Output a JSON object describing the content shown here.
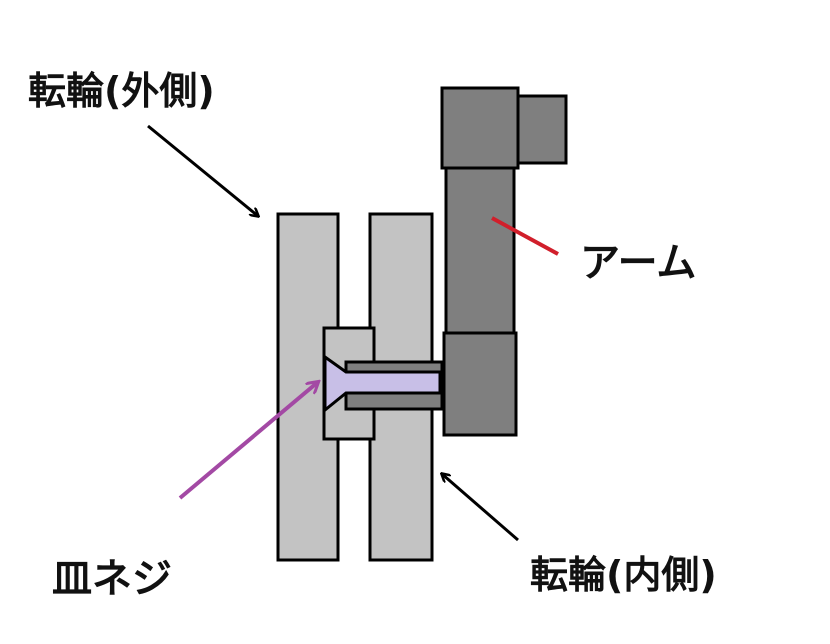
{
  "labels": {
    "outer_wheel": "転輪(外側)",
    "inner_wheel": "転輪(内側)",
    "arm": "アーム",
    "screw": "皿ネジ"
  },
  "colors": {
    "wheel_fill": "#c3c3c3",
    "arm_fill": "#7f7f7f",
    "hub_fill": "#c3c3c3",
    "screw_fill": "#c8bfe7",
    "outline": "#000000",
    "arrow_black": "#000000",
    "arrow_arm": "#d11f2b",
    "arrow_screw": "#a349a4"
  }
}
